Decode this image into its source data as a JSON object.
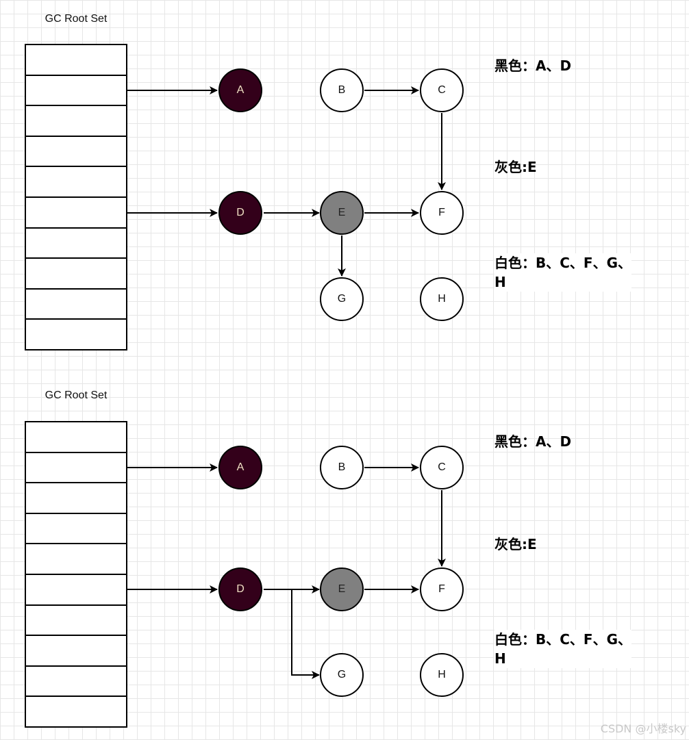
{
  "diagrams": [
    {
      "root_title": "GC Root Set",
      "nodes": {
        "A": "A",
        "B": "B",
        "C": "C",
        "D": "D",
        "E": "E",
        "F": "F",
        "G": "G",
        "H": "H"
      },
      "legend": {
        "black": "黑色：A、D",
        "gray": "灰色:E",
        "white": "白色：B、C、F、G、H"
      }
    },
    {
      "root_title": "GC Root Set",
      "nodes": {
        "A": "A",
        "B": "B",
        "C": "C",
        "D": "D",
        "E": "E",
        "F": "F",
        "G": "G",
        "H": "H"
      },
      "legend": {
        "black": "黑色：A、D",
        "gray": "灰色:E",
        "white": "白色：B、C、F、G、H"
      }
    }
  ],
  "colors": {
    "black_node": "#33001a",
    "gray_node": "#808080",
    "white_node": "#ffffff"
  },
  "watermark": "CSDN @小楼sky"
}
